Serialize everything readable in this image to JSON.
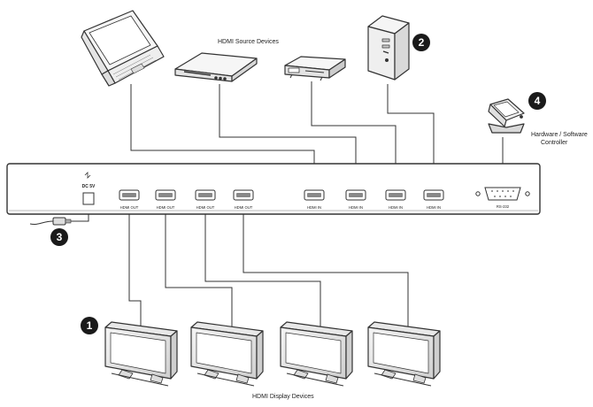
{
  "labels": {
    "source_devices": "HDMI Source Devices",
    "display_devices": "HDMI Display Devices",
    "controller_line1": "Hardware / Software",
    "controller_line2": "Controller"
  },
  "switch_box": {
    "out_port_label": "HDMI OUT",
    "in_port_label": "HDMI IN",
    "rs232_label": "RS-232",
    "power_label": "DC 5V"
  },
  "callouts": {
    "displays": "1",
    "sources": "2",
    "power": "3",
    "controller": "4"
  },
  "colors": {
    "line": "#333333",
    "device_fill": "#f3f3f3",
    "badge": "#1a1a1a"
  }
}
